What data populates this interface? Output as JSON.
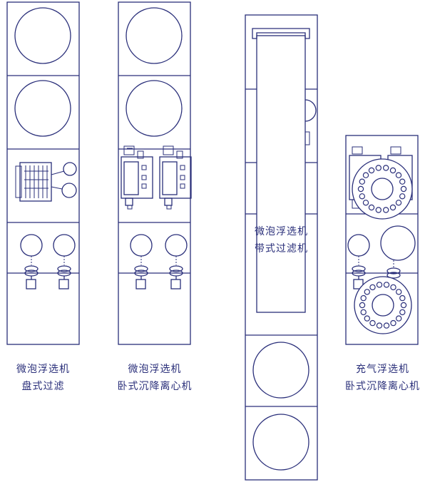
{
  "colors": {
    "line": "#2a2f7a",
    "background": "#ffffff"
  },
  "captions": {
    "line1": {
      "l1": "微泡浮选机",
      "l2": "盘式过滤"
    },
    "line2": {
      "l1": "微泡浮选机",
      "l2": "卧式沉降离心机"
    },
    "line3": {
      "l1": "微泡浮选机",
      "l2": "带式过滤机"
    },
    "line4": {
      "l1": "充气浮选机",
      "l2": "卧式沉降离心机"
    }
  }
}
